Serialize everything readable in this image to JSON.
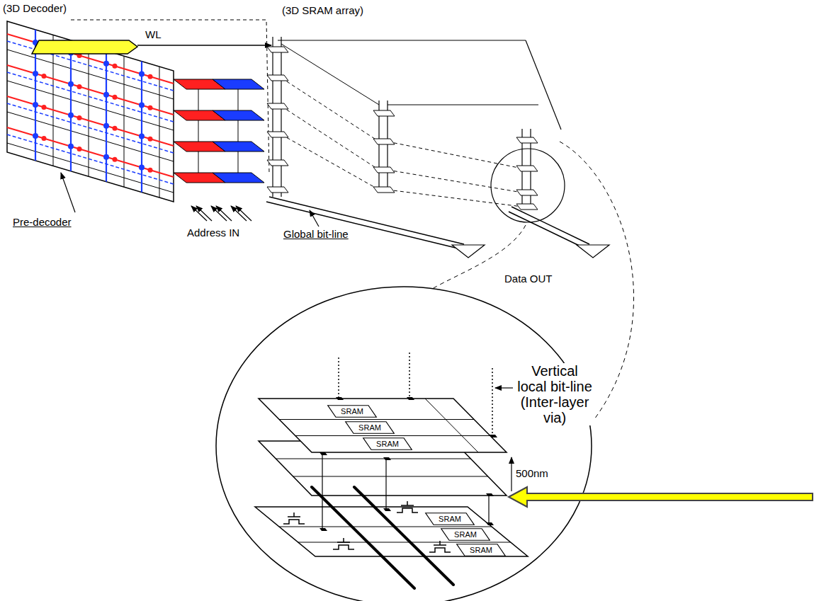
{
  "diagram": {
    "nodes": [
      {
        "text": [
          "SRAM"
        ]
      },
      {
        "text": [
          "SRAM"
        ]
      },
      {
        "text": [
          "SRAM"
        ]
      },
      {
        "text": [
          "SRAM"
        ]
      },
      {
        "text": [
          "SRAM"
        ]
      },
      {
        "text": [
          "SRAM"
        ]
      }
    ],
    "labels": [
      "(3D Decoder)",
      "(3D SRAM array)",
      "WL",
      "Pre-decoder",
      "Address IN",
      "Global bit-line",
      "Data OUT",
      "Vertical local bit-line (Inter-layer via)",
      "500nm"
    ]
  }
}
